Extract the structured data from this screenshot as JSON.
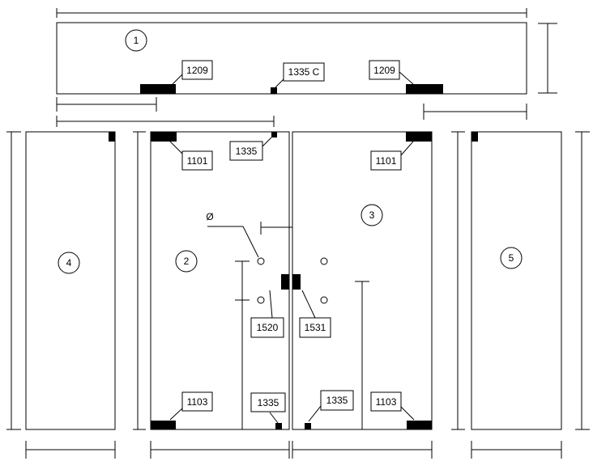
{
  "panels": {
    "p1": {
      "number": "1"
    },
    "p2": {
      "number": "2"
    },
    "p3": {
      "number": "3"
    },
    "p4": {
      "number": "4"
    },
    "p5": {
      "number": "5"
    }
  },
  "labels": {
    "fitting_1209_left": "1209",
    "fitting_1209_right": "1209",
    "fitting_1335c": "1335 C",
    "fitting_1101_left": "1101",
    "fitting_1101_right": "1101",
    "fitting_1335_top": "1335",
    "fitting_1520": "1520",
    "fitting_1531": "1531",
    "fitting_1103_left": "1103",
    "fitting_1103_right": "1103",
    "fitting_1335_bottom_left": "1335",
    "fitting_1335_bottom_right": "1335",
    "diameter_symbol": "Ø"
  }
}
